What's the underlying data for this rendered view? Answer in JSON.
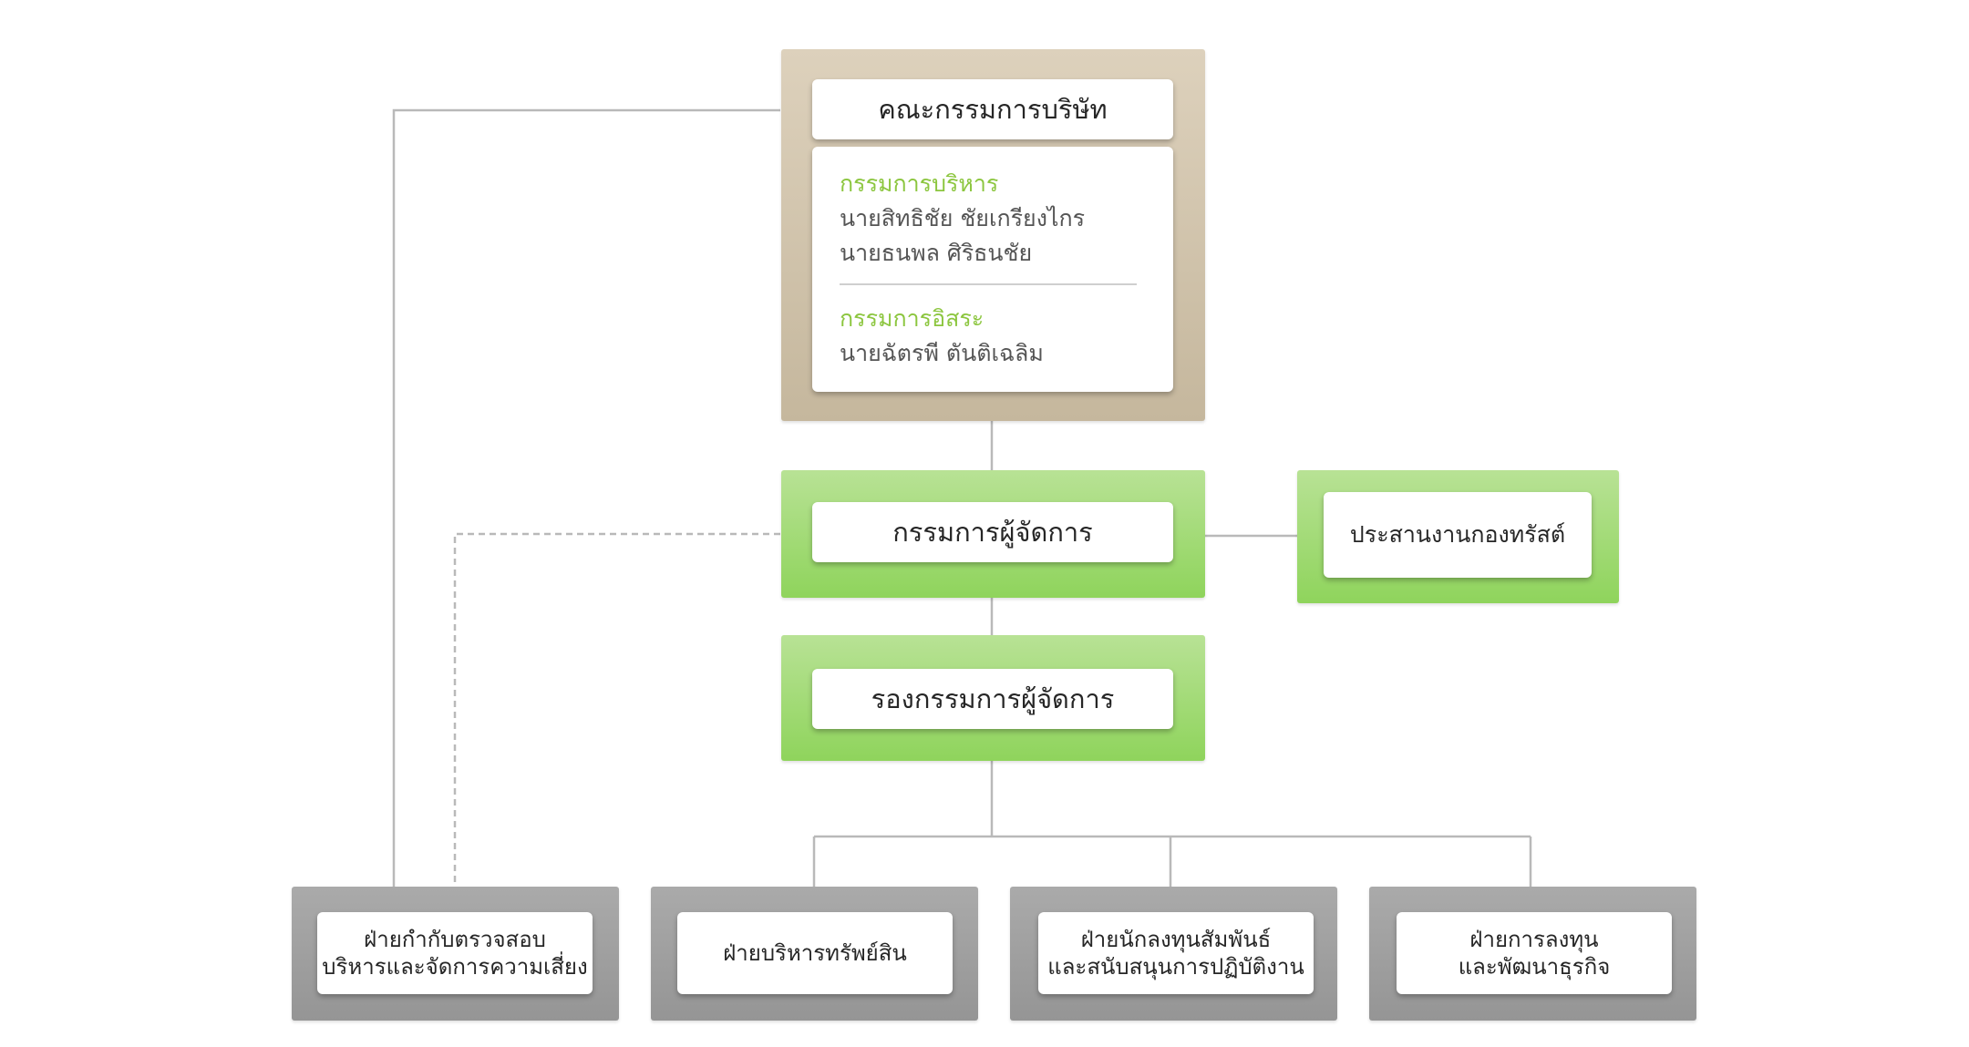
{
  "board": {
    "title": "คณะกรรมการบริษัท",
    "executive_label": "กรรมการบริหาร",
    "executive_members": [
      "นายสิทธิชัย ชัยเกรียงไกร",
      "นายธนพล ศิริธนชัย"
    ],
    "independent_label": "กรรมการอิสระ",
    "independent_members": [
      "นายฉัตรพี ตันติเฉลิม"
    ]
  },
  "managing_director": "กรรมการผู้จัดการ",
  "trust_coordination": "ประสานงานกองทรัสต์",
  "deputy_managing_director": "รองกรรมการผู้จัดการ",
  "departments": [
    {
      "line1": "ฝ่ายกำกับตรวจสอบ",
      "line2": "บริหารและจัดการความเสี่ยง"
    },
    {
      "line1": "ฝ่ายบริหารทรัพย์สิน",
      "line2": ""
    },
    {
      "line1": "ฝ่ายนักลงทุนสัมพันธ์",
      "line2": "และสนับสนุนการปฏิบัติงาน"
    },
    {
      "line1": "ฝ่ายการลงทุน",
      "line2": "และพัฒนาธุรกิจ"
    }
  ],
  "colors": {
    "board_frame": "#cfc3aa",
    "green_frame": "#9ed86c",
    "gray_frame": "#a0a0a0",
    "group_label": "#8cc63f",
    "connector": "#b9b9b9"
  }
}
